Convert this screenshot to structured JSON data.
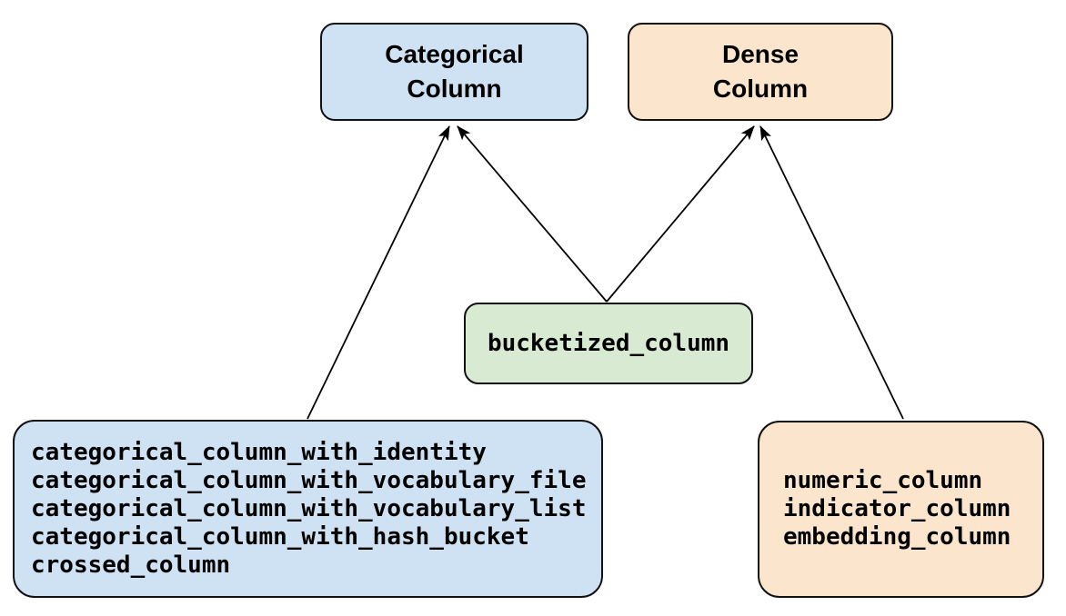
{
  "diagram": {
    "description": "Feature column hierarchy diagram",
    "nodes": {
      "categorical_column": {
        "title": "Categorical\nColumn",
        "fill": "#cfe2f3"
      },
      "dense_column": {
        "title": "Dense\nColumn",
        "fill": "#fce5cd"
      },
      "bucketized_column": {
        "label": "bucketized_column",
        "fill": "#d9ead3"
      },
      "categorical_functions": {
        "fill": "#cfe2f3",
        "items": [
          "categorical_column_with_identity",
          "categorical_column_with_vocabulary_file",
          "categorical_column_with_vocabulary_list",
          "categorical_column_with_hash_bucket",
          "crossed_column"
        ]
      },
      "dense_functions": {
        "fill": "#fce5cd",
        "items": [
          "numeric_column",
          "indicator_column",
          "embedding_column"
        ]
      }
    },
    "edges": [
      {
        "from": "categorical_functions",
        "to": "categorical_column"
      },
      {
        "from": "bucketized_column",
        "to": "categorical_column"
      },
      {
        "from": "bucketized_column",
        "to": "dense_column"
      },
      {
        "from": "dense_functions",
        "to": "dense_column"
      }
    ],
    "colors": {
      "background": "#ffffff",
      "border": "#111111",
      "arrow": "#000000",
      "categorical_fill": "#cfe2f3",
      "dense_fill": "#fce5cd",
      "bucketized_fill": "#d9ead3"
    }
  }
}
